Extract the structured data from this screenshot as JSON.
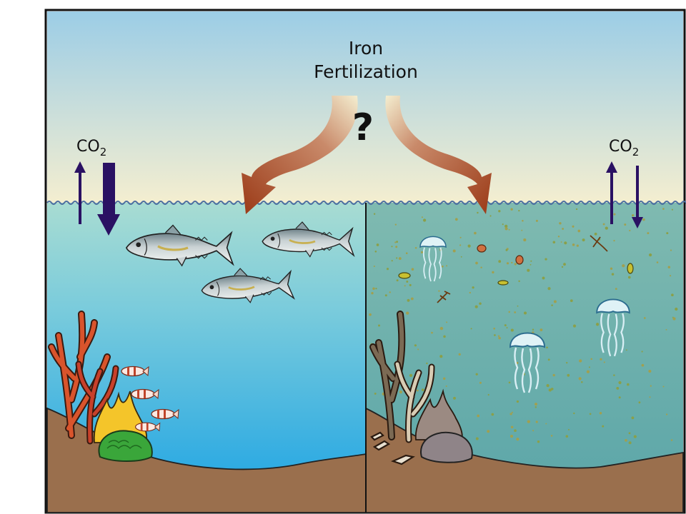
{
  "diagram": {
    "title_line1": "Iron",
    "title_line2": "Fertilization",
    "question_mark": "?",
    "co2_left": {
      "label": "CO",
      "subscript": "2"
    },
    "co2_right": {
      "label": "CO",
      "subscript": "2"
    }
  },
  "colors": {
    "sky_top": "#9ccde6",
    "sky_bottom": "#f4eed0",
    "water_left_top": "#a8dcd2",
    "water_left_bottom": "#1aa2e4",
    "water_right": "#5fa8a8",
    "seafloor": "#9a6f4d",
    "arrow_brown": "#9b3a17",
    "co2_arrow": "#2a1163"
  },
  "icons": {
    "left_panel": [
      "fish-icon",
      "branching-coral-icon",
      "brain-coral-icon",
      "clownfish-icon"
    ],
    "right_panel": [
      "jellyfish-icon",
      "plankton-icon",
      "bleached-coral-icon"
    ]
  }
}
